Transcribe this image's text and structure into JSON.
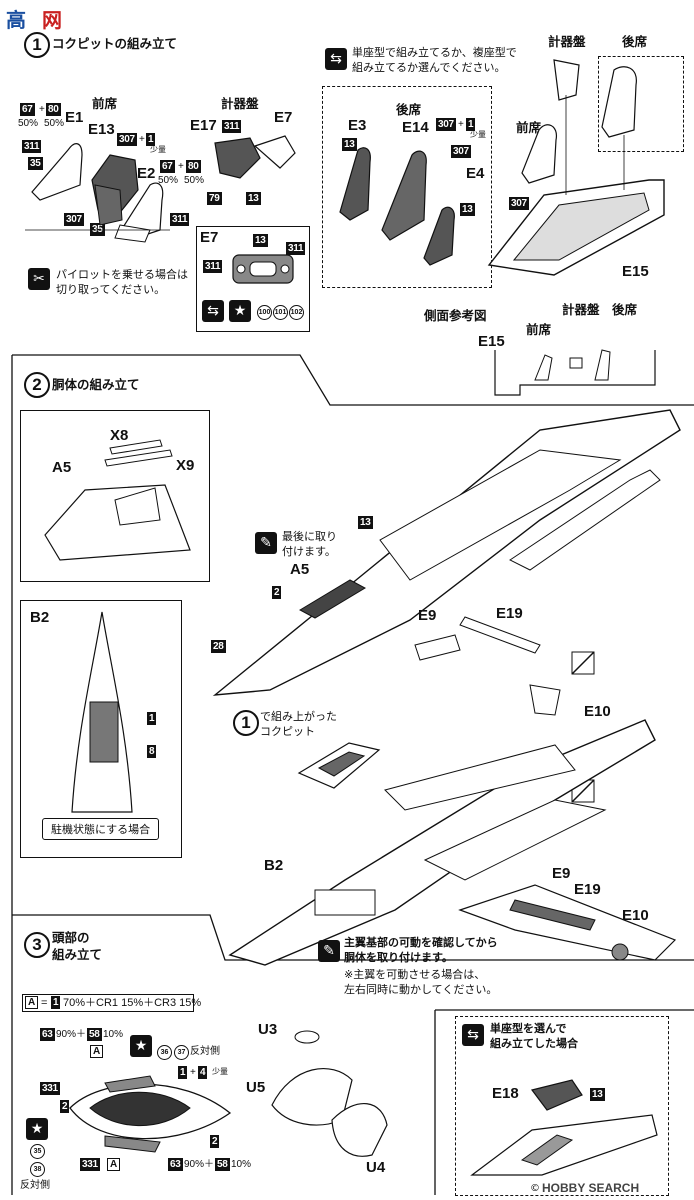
{
  "watermark": {
    "logo_top": "高",
    "logo_bottom": "网",
    "footer_logo": "HOBBY SEARCH",
    "footer_copy": "©"
  },
  "step1": {
    "number": "1",
    "title": "コクピットの組み立て",
    "front_seat_label": "前席",
    "panel_label": "計器盤",
    "rear_seat_label": "後席",
    "choice_note": "単座型で組み立てるか、複座型で\n組み立てるか選んでください。",
    "pilot_note": "パイロットを乗せる場合は\n切り取ってください。",
    "side_ref_label": "側面参考図",
    "parts": {
      "e1": "E1",
      "e13": "E13",
      "e2": "E2",
      "e17": "E17",
      "e7": "E7",
      "e7_detail": "E7",
      "e3": "E3",
      "e14": "E14",
      "e4": "E4",
      "e15": "E15",
      "e15_side": "E15"
    },
    "colors": {
      "c67": "67",
      "plus": "+",
      "c80": "80",
      "pct50a": "50%",
      "pct50b": "50%",
      "c311a": "311",
      "c35": "35",
      "c307a": "307",
      "c35b": "35",
      "c311b": "311",
      "c307b": "307",
      "c1": "1",
      "shoryo": "少量",
      "c67b": "67",
      "c80b": "80",
      "pct50c": "50%",
      "pct50d": "50%",
      "c311c": "311",
      "c13a": "13",
      "c79": "79",
      "c13b": "13",
      "c311d": "311",
      "c311e": "311",
      "n100": "100",
      "n101": "101",
      "n102": "102",
      "c13c": "13",
      "c307c": "307",
      "c1b": "1",
      "shoryo2": "少量",
      "c307d": "307",
      "c13d": "13",
      "c307e": "307"
    }
  },
  "step2": {
    "number": "2",
    "title": "胴体の組み立て",
    "x8": "X8",
    "x9": "X9",
    "a5_inset": "A5",
    "b2_inset": "B2",
    "b2_c1": "1",
    "b2_c8": "8",
    "parked_note": "駐機状態にする場合",
    "last_note": "最後に取り\n付けます。",
    "a5": "A5",
    "c2": "2",
    "c28": "28",
    "c13": "13",
    "e9": "E9",
    "e19": "E19",
    "e10": "E10",
    "cockpit_ref_num": "1",
    "cockpit_ref": "で組み上がった\nコクピット",
    "b2": "B2",
    "e9b": "E9",
    "e19b": "E19",
    "e10b": "E10",
    "wing_note_main": "主翼基部の可動を確認してから\n胴体を取り付けます。",
    "wing_note_sub": "※主翼を可動させる場合は、\n左右同時に動かしてください。"
  },
  "step3": {
    "number": "3",
    "title": "頭部の\n組み立て",
    "mix_a": "A",
    "mix_eq": "=",
    "mix_c1": "1",
    "mix_text": "70%＋CR1 15%＋CR3 15%",
    "c63": "63",
    "c63_text": "90%＋",
    "c58": "58",
    "c58_text": "10%",
    "a_tag": "A",
    "c36": "36",
    "c37": "37",
    "opp1": "反対側",
    "c1p4_a": "1",
    "c1p4_plus": "+",
    "c1p4_b": "4",
    "shoryo": "少量",
    "c331": "331",
    "c2a": "2",
    "c2b": "2",
    "c35": "35",
    "c38": "38",
    "opp2": "反対側",
    "c331b": "331",
    "a_tag2": "A",
    "c63b": "63",
    "c63b_text": "90%＋",
    "c58b": "58",
    "c58b_text": "10%",
    "u3": "U3",
    "u5": "U5",
    "u4": "U4",
    "single_note": "単座型を選んで\n組み立てした場合",
    "e18": "E18",
    "e18_c13": "13"
  },
  "colors": {
    "ink": "#111111",
    "dark_part": "#555555",
    "paper": "#ffffff"
  }
}
